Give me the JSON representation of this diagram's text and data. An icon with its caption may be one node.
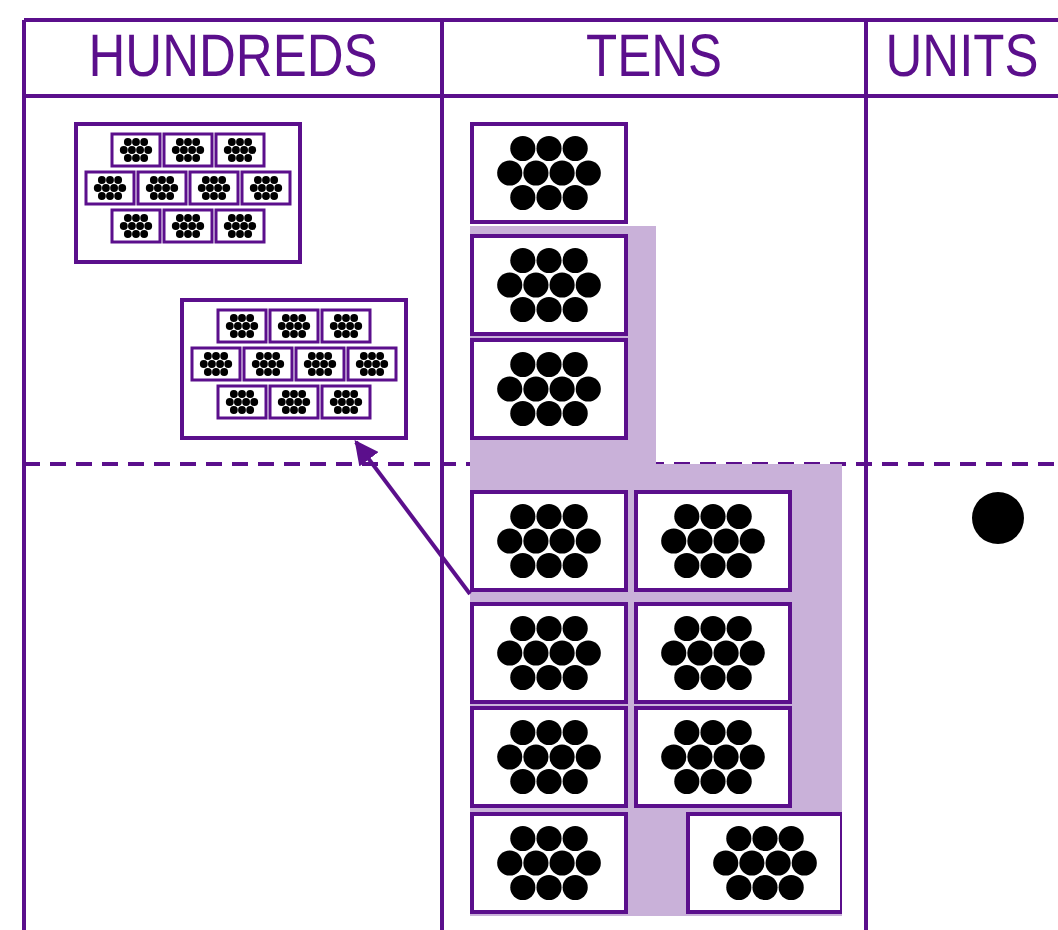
{
  "diagram": {
    "nodes": [
      {
        "text": [],
        "shape": "picture"
      },
      {
        "text": [],
        "shape": "picture"
      },
      {
        "text": [],
        "shape": "picture"
      }
    ],
    "edges": [
      {
        "from": 2,
        "to": 1,
        "arrow": "to"
      }
    ],
    "labels": [
      "HUNDREDS",
      "TENS",
      "UNITS"
    ]
  }
}
